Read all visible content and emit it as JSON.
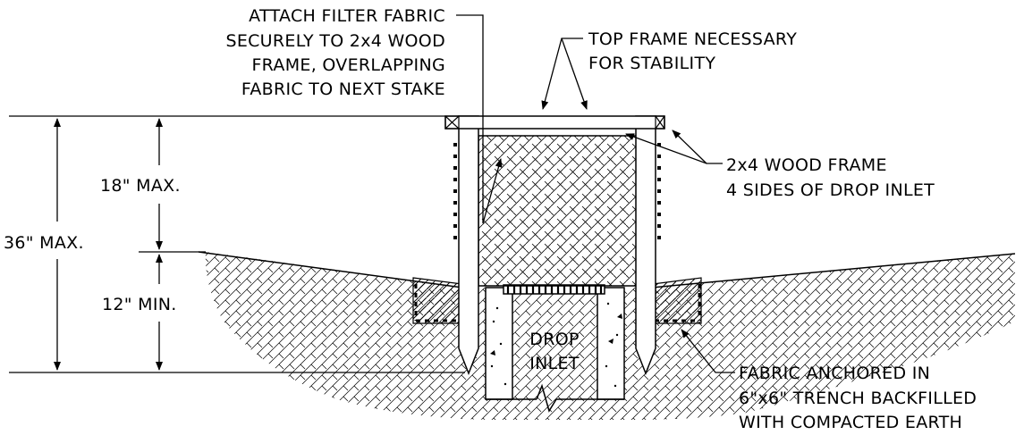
{
  "title": "",
  "notes": {
    "attach_fabric": [
      "ATTACH FILTER FABRIC",
      "SECURELY TO 2x4 WOOD",
      "FRAME, OVERLAPPING",
      "FABRIC TO NEXT STAKE"
    ],
    "top_frame": [
      "TOP FRAME NECESSARY",
      "FOR STABILITY"
    ],
    "wood_frame": [
      "2x4 WOOD FRAME",
      "4 SIDES OF DROP INLET"
    ],
    "fabric_anchored": [
      "FABRIC ANCHORED IN",
      "6\"x6\" TRENCH BACKFILLED",
      "WITH COMPACTED EARTH"
    ]
  },
  "inlet_label": [
    "DROP",
    "INLET"
  ],
  "dimensions": {
    "max_18": "18\" MAX.",
    "min_12": "12\" MIN.",
    "max_36": "36\" MAX."
  },
  "colors": {
    "line": "#000000",
    "background": "#ffffff"
  }
}
